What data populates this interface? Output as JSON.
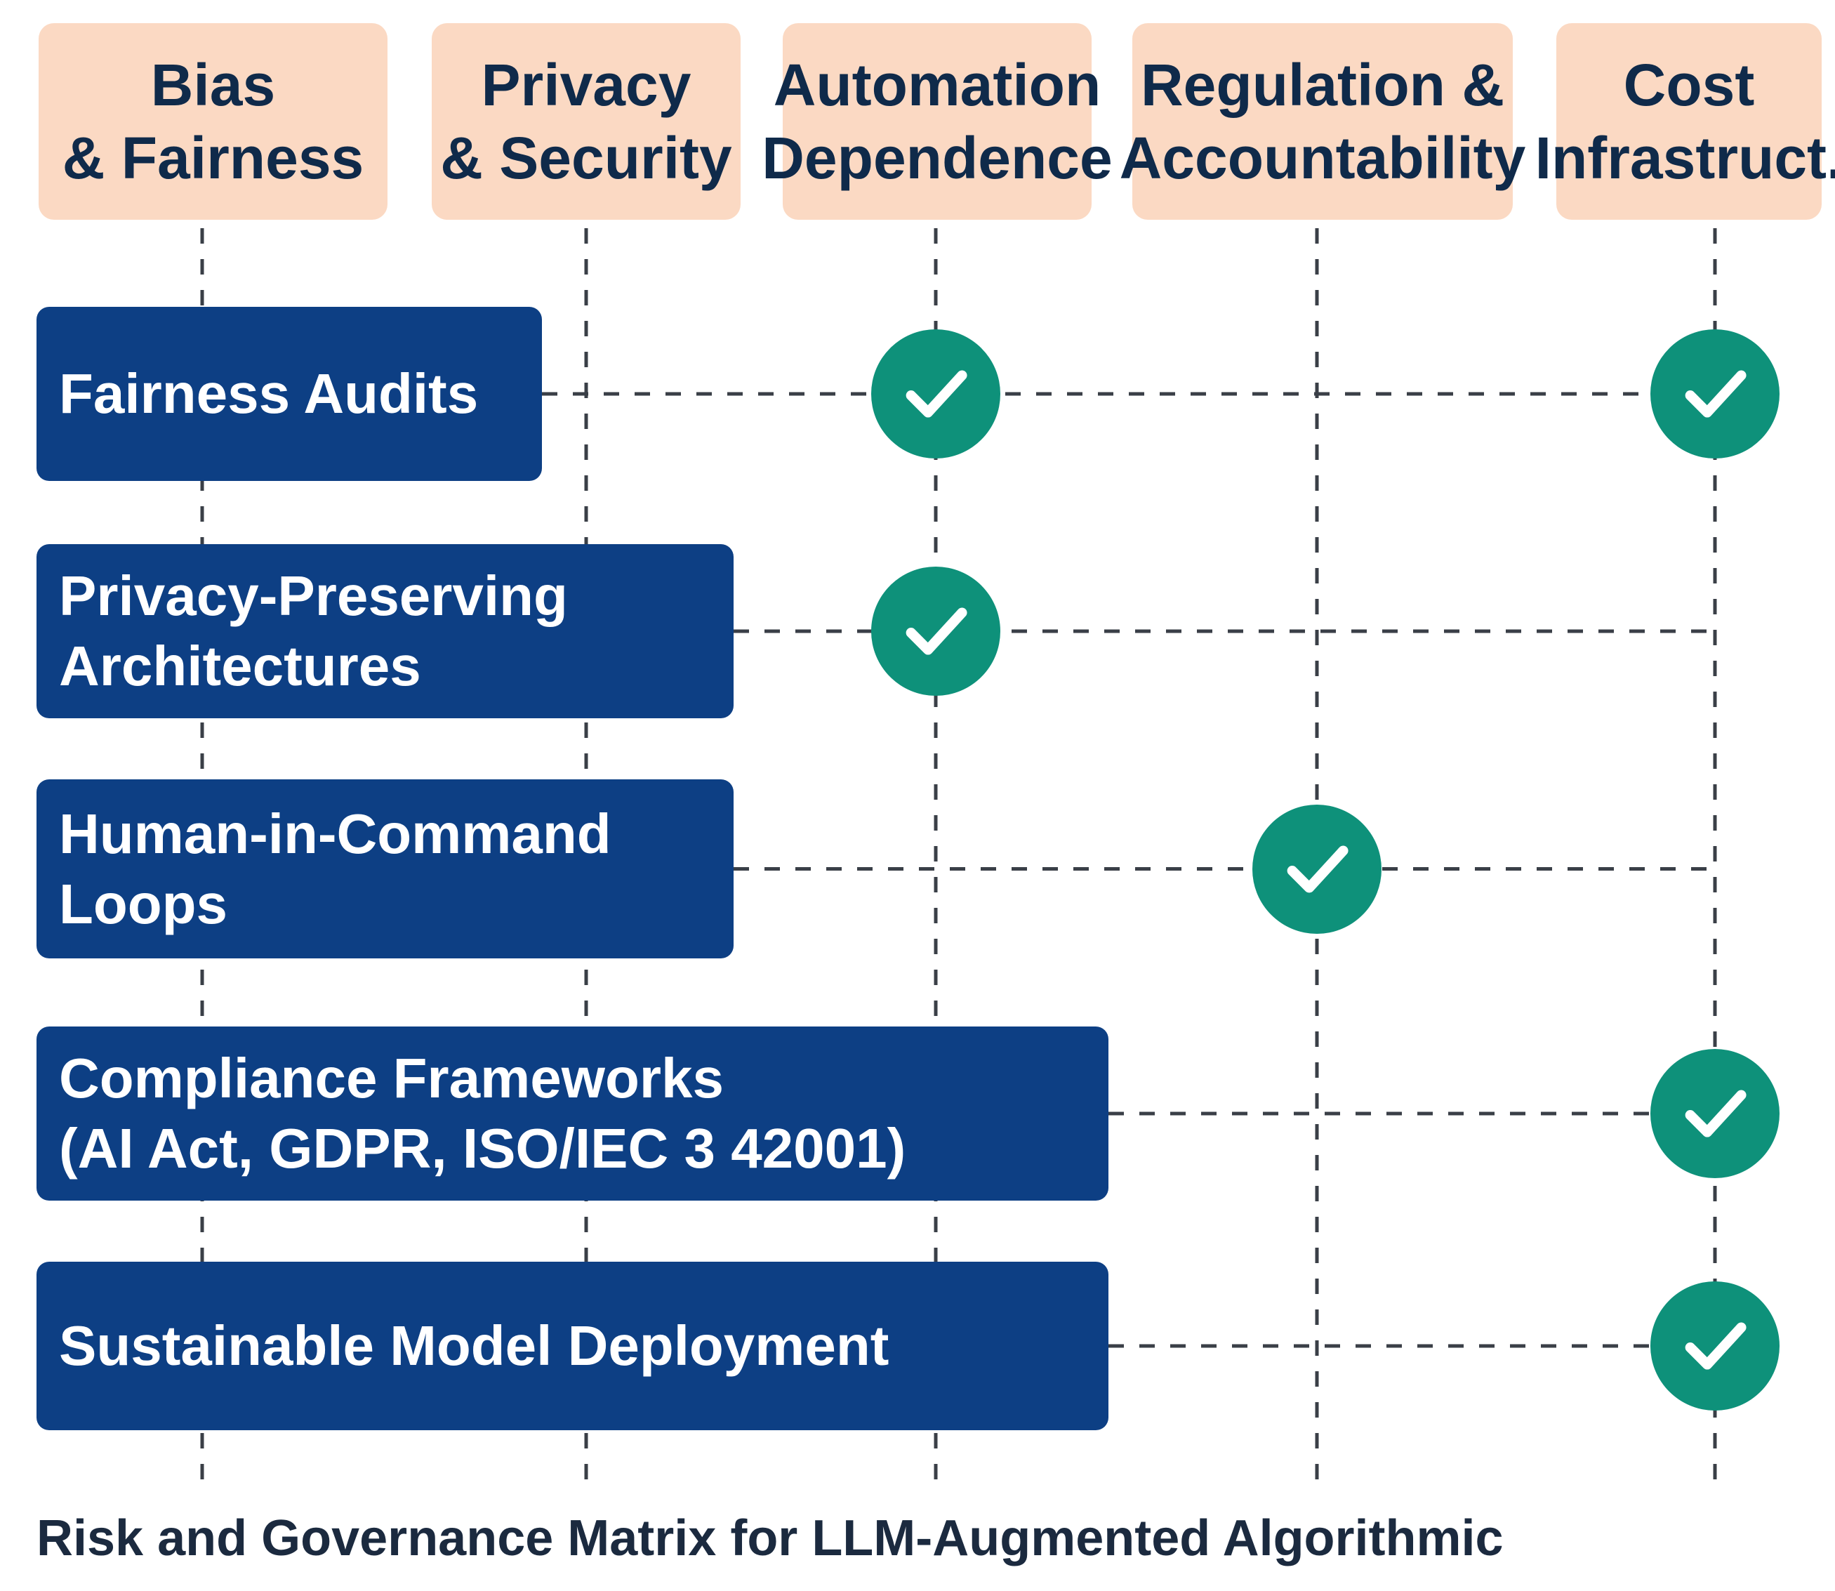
{
  "columns": [
    {
      "label": "Bias\n& Fairness"
    },
    {
      "label": "Privacy\n& Security"
    },
    {
      "label": "Automation\nDependence"
    },
    {
      "label": "Regulation &\nAccountability"
    },
    {
      "label": "Cost\nInfrastruct."
    }
  ],
  "rows": [
    {
      "label": "Fairness Audits",
      "checks": [
        2,
        4
      ]
    },
    {
      "label": "Privacy-Preserving\nArchitectures",
      "checks": [
        2
      ]
    },
    {
      "label": "Human-in-Command\nLoops",
      "checks": [
        3
      ]
    },
    {
      "label": "Compliance Frameworks\n(AI Act, GDPR, ISO/IEC 3 42001)",
      "checks": [
        4
      ]
    },
    {
      "label": "Sustainable Model Deployment",
      "checks": [
        4
      ]
    }
  ],
  "footer": {
    "title": "Risk and Governance Matrix for LLM-Augmented Algorithmic"
  },
  "colors": {
    "header_bg": "#fbd9c3",
    "row_bg": "#0d3f84",
    "check_bg": "#0e917a",
    "dash": "#3a3f47"
  },
  "icon": "check-icon"
}
